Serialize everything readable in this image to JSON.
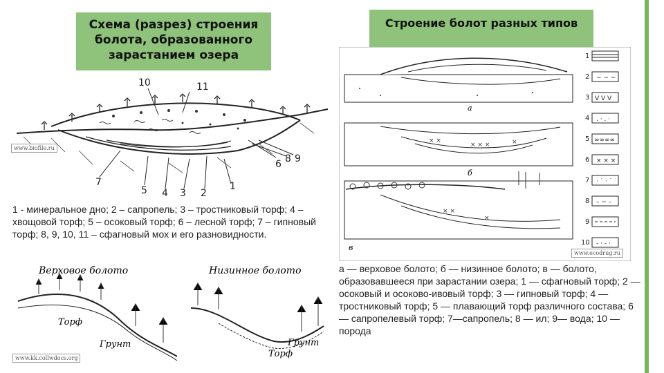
{
  "left_title": "Схема (разрез) строения болота, образованного зарастанием озера",
  "right_title": "Строение болот разных типов",
  "left_caption": "1 - минеральное дно; 2 – сапропель; 3 – тростниковый торф; 4 – хвощовой торф; 5 – осоковый торф; 6 – лесной торф; 7 – гипновый торф; 8, 9, 10, 11 – сфагновый мох и его разновидности.",
  "right_caption": "а — верховое болото; б — низинное болото; в — болото, образовавшееся при зарастании озера; 1 — сфагновый торф; 2 — осоковый и осоково-ивовый торф; 3 — гипновый торф; 4 — тростниковый торф; 5 — плавающий торф различного состава; 6 — сапропелевый торф; 7—сапропель; 8 — ил; 9— вода; 10 — порода",
  "watermarks": {
    "biofile": "www.biofile.ru",
    "ecodrug": "www.ecodrug.ru",
    "kk": "www.kk.collwdocs.org"
  },
  "diagram_left": {
    "numbers": [
      "10",
      "11",
      "6",
      "8",
      "9",
      "7",
      "5",
      "4",
      "3",
      "2",
      "1"
    ]
  },
  "diagram_right": {
    "profile_labels": [
      "а",
      "б",
      "в"
    ],
    "legend_numbers": [
      "1",
      "2",
      "3",
      "4",
      "5",
      "6",
      "7",
      "8",
      "9",
      "10"
    ]
  },
  "bottom_left": {
    "raised_title": "Верховое болото",
    "low_title": "Низинное болото",
    "peat_label_1": "Торф",
    "ground_label_1": "Грунт",
    "ground_label_2": "Грунт",
    "peat_label_2": "Торф"
  },
  "colors": {
    "title_box": "#8fc27a",
    "accent_bar": "#7ab55c"
  }
}
